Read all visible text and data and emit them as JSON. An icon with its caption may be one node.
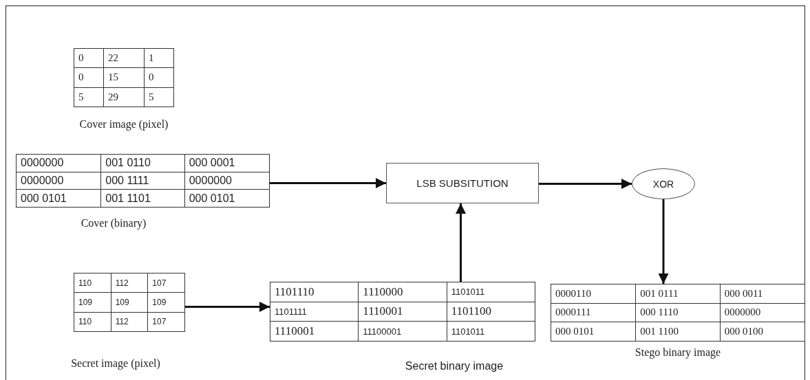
{
  "diagram": {
    "nodes": [
      {
        "text": [
          "0",
          "22",
          "1",
          "0",
          "15",
          "0",
          "5",
          "29",
          "5"
        ],
        "beside": [
          "Cover image (pixel)"
        ]
      },
      {
        "text": [
          "0000000",
          "001 0110",
          "000 0001",
          "0000000",
          "000 1111",
          "0000000",
          "000 0101",
          "001 1101",
          "000 0101"
        ],
        "beside": [
          "Cover (binary)"
        ]
      },
      {
        "text": [
          "LSB SUBSITUTION"
        ]
      },
      {
        "text": [
          "XOR"
        ]
      },
      {
        "text": [
          "110",
          "112",
          "107",
          "109",
          "109",
          "109",
          "110",
          "112",
          "107"
        ],
        "beside": [
          "Secret image (pixel)"
        ]
      },
      {
        "text": [
          "1101110",
          "1110000",
          "1101011",
          "1101111",
          "1110001",
          "1101100",
          "1110001",
          "11100001",
          "1101011"
        ],
        "beside": [
          "Secret binary image"
        ]
      },
      {
        "text": [
          "0000110",
          "001 0111",
          "000 0011",
          "0000111",
          "000 1110",
          "0000000",
          "000 0101",
          "001 1100",
          "000 0100"
        ],
        "beside": [
          "Stego binary image"
        ]
      }
    ],
    "edges": [
      {
        "from": 1,
        "to": 2,
        "arrow": "to"
      },
      {
        "from": 2,
        "to": 3,
        "arrow": "to"
      },
      {
        "from": 3,
        "to": 6,
        "arrow": "to"
      },
      {
        "from": 4,
        "to": 5,
        "arrow": "to"
      },
      {
        "from": 5,
        "to": 2,
        "arrow": "to"
      }
    ]
  }
}
